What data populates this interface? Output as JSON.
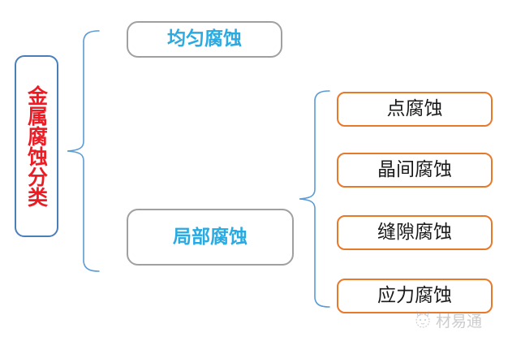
{
  "diagram": {
    "type": "tree-classification",
    "root": {
      "label": "金属腐蚀分类",
      "text_color": "#ED1C24",
      "border_color": "#4A7EBB"
    },
    "branches": [
      {
        "label": "均匀腐蚀",
        "text_color": "#29ABE2",
        "border_color": "#A0A0A0",
        "children": []
      },
      {
        "label": "局部腐蚀",
        "text_color": "#29ABE2",
        "border_color": "#A0A0A0",
        "children": [
          {
            "label": "点腐蚀",
            "text_color": "#1a1a1a",
            "border_color": "#E8792A"
          },
          {
            "label": "晶间腐蚀",
            "text_color": "#1a1a1a",
            "border_color": "#E8792A"
          },
          {
            "label": "缝隙腐蚀",
            "text_color": "#1a1a1a",
            "border_color": "#E8792A"
          },
          {
            "label": "应力腐蚀",
            "text_color": "#1a1a1a",
            "border_color": "#E8792A"
          }
        ]
      }
    ],
    "connector_color": "#5B9BD5",
    "background": "#ffffff"
  },
  "watermark": {
    "text": "材易通",
    "icon": "cat-face-logo",
    "color": "#8f8f8f"
  }
}
